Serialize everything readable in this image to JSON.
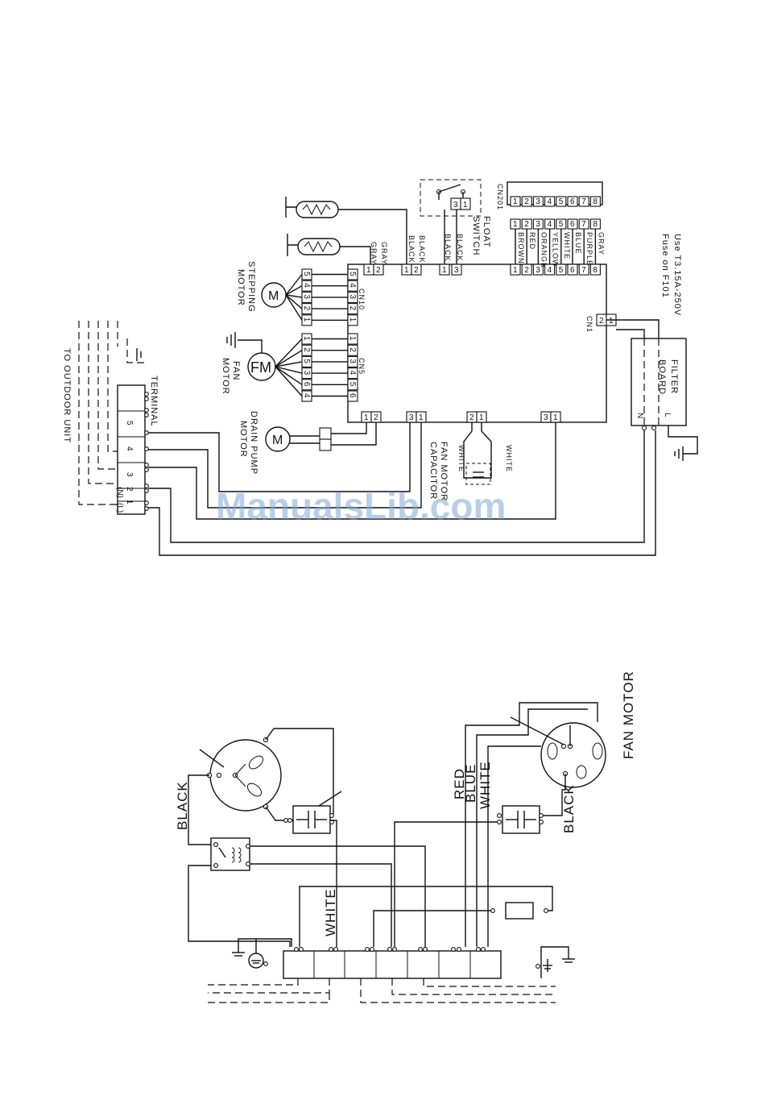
{
  "upper": {
    "fuse_note": [
      "Use T3.15A-250V",
      "Fuse on F101"
    ],
    "filter_board": [
      "FILTER",
      "BOARD"
    ],
    "filter_terminals": [
      "L",
      "N"
    ],
    "cn1": "CN1",
    "cn5": "CN5",
    "cn10": "CN10",
    "cn201": "CN201",
    "float_switch": [
      "FLOAT",
      "SWITCH"
    ],
    "stepping_motor": [
      "STEPPING",
      "MOTOR"
    ],
    "fan_motor": [
      "FAN",
      "MOTOR"
    ],
    "fan_motor_symbol": "FM",
    "motor_symbol": "M",
    "drain_pump_motor": [
      "DRAIN PUMP",
      "MOTOR"
    ],
    "fan_motor_capacitor": [
      "FAN MOTOR",
      "CAPACITOR"
    ],
    "terminal": "TERMINAL",
    "to_outdoor_unit": "TO OUTDOOR UNIT",
    "terminal_numbers": [
      "5",
      "4",
      "3",
      "2",
      "1"
    ],
    "terminal_marks": [
      "(N)",
      "(L)"
    ],
    "wire_gray": "GRAY",
    "wire_black": "BLACK",
    "wire_white": "WHITE",
    "cn201_wires": [
      "BROWN",
      "RED",
      "ORANGE",
      "YELLOW",
      "WHITE",
      "BLUE",
      "PURPLE",
      "GRAY"
    ],
    "cn201_pins": [
      "1",
      "2",
      "3",
      "4",
      "5",
      "6",
      "7",
      "8"
    ],
    "cn5_pins": [
      "1",
      "2",
      "3",
      "4",
      "5",
      "6"
    ],
    "cn5_motor_pins": [
      "1",
      "2",
      "5",
      "3",
      "6",
      "4"
    ],
    "cn10_pins": [
      "5",
      "4",
      "3",
      "2",
      "1"
    ]
  },
  "lower": {
    "black": "BLACK",
    "white": "WHITE",
    "red": "RED",
    "blue": "BLUE",
    "fan_motor": "FAN MOTOR"
  },
  "watermark": "ManualsLib.com"
}
